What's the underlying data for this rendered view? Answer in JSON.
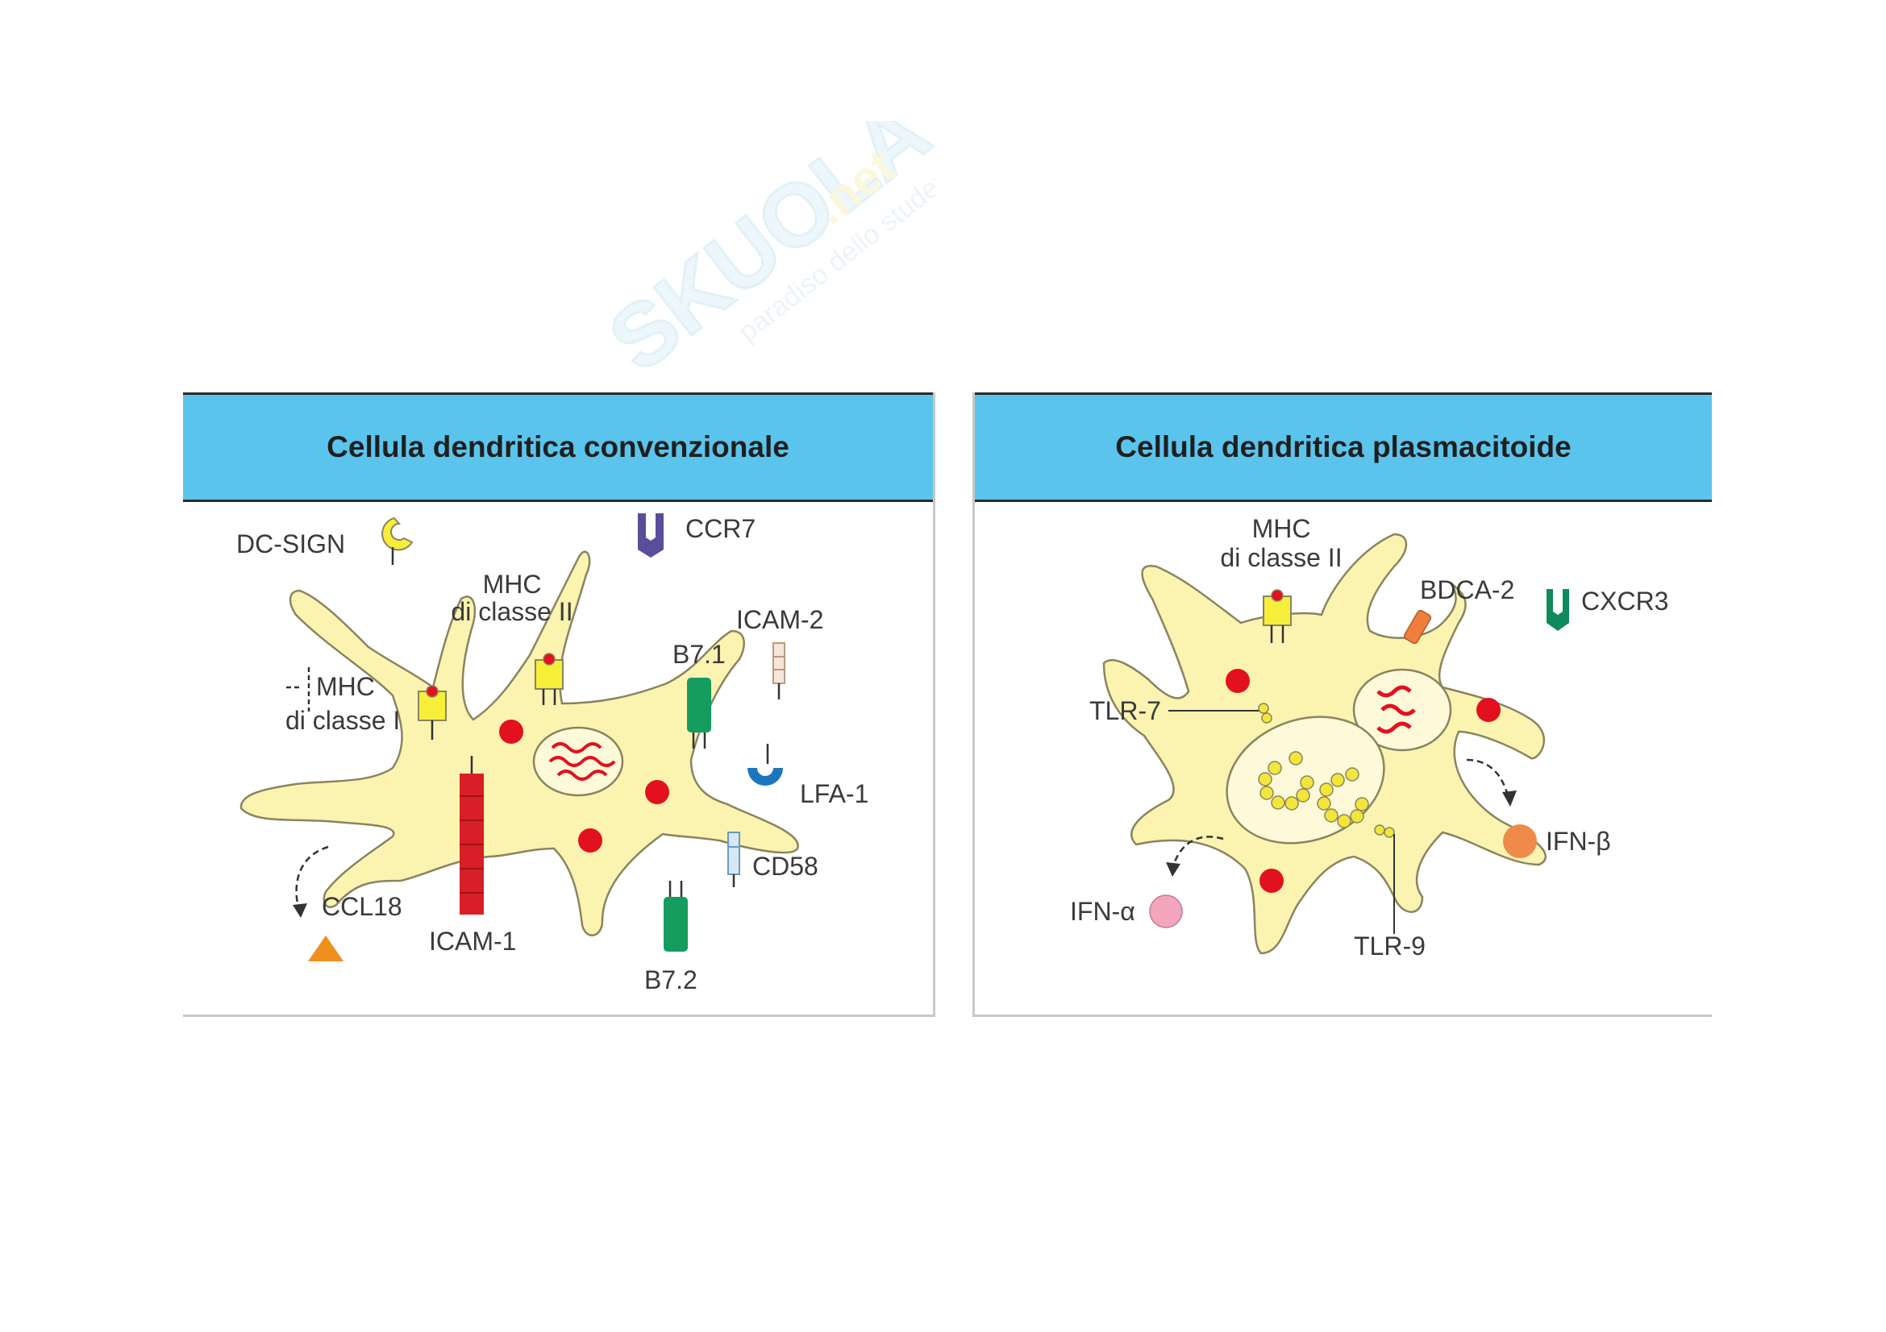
{
  "watermark": {
    "brand": "SKUOLA",
    "domain": ".net",
    "tagline": "paradiso dello studente"
  },
  "panels": {
    "conventional": {
      "title": "Cellula dendritica convenzionale",
      "labels": {
        "dcsign": "DC-SIGN",
        "ccr7": "CCR7",
        "mhc2_line1": "MHC",
        "mhc2_line2": "di classe II",
        "icam2": "ICAM-2",
        "b71": "B7.1",
        "mhc1_line1": "MHC",
        "mhc1_line2": "di classe I",
        "lfa1": "LFA-1",
        "cd58": "CD58",
        "ccl18": "CCL18",
        "icam1": "ICAM-1",
        "b72": "B7.2"
      }
    },
    "plasmacytoid": {
      "title": "Cellula dendritica plasmacitoide",
      "labels": {
        "mhc2_line1": "MHC",
        "mhc2_line2": "di classe II",
        "bdca2": "BDCA-2",
        "cxcr3": "CXCR3",
        "tlr7": "TLR-7",
        "tlr9": "TLR-9",
        "ifnb": "IFN-β",
        "ifna": "IFN-α"
      }
    }
  },
  "colors": {
    "header": "#5bc4ec",
    "cell": "#fbf3b0",
    "cell_outline": "#8a8460",
    "granule": "#e3101f",
    "mhc": "#f7ee3a",
    "b7": "#159c5f",
    "icam1": "#d81e26",
    "lfa1": "#1d76bd",
    "ccr7": "#5b4d9a",
    "bdca2": "#f07e3c",
    "cxcr3": "#0f8a5b",
    "ccl18": "#ef8f1e",
    "ifnb": "#ef8a4a",
    "ifna": "#f5a6bf"
  }
}
